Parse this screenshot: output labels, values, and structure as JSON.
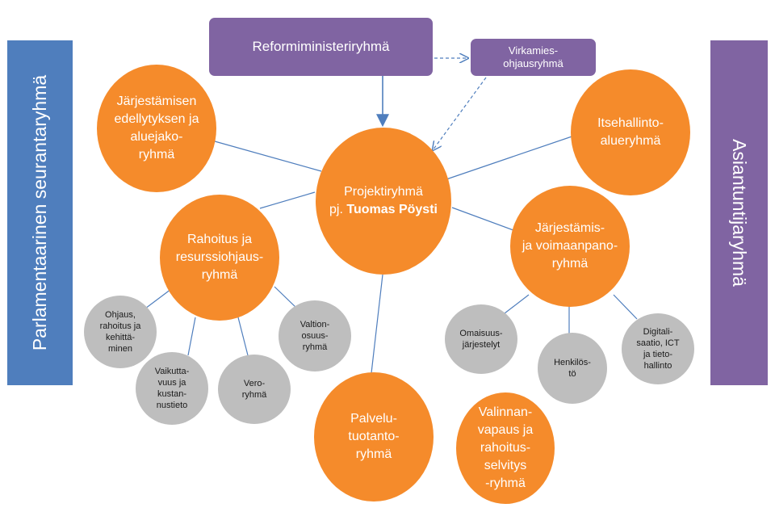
{
  "side_left": {
    "label": "Parlamentaarinen seurantaryhmä"
  },
  "side_right": {
    "label": "Asiantuntijaryhmä"
  },
  "top_box": {
    "label": "Reformiministeriryhmä"
  },
  "small_box": {
    "label": "Virkamies-\nohjausryhmä"
  },
  "center": {
    "line1": "Projektiryhmä",
    "prefix": "pj.",
    "chair": "Tuomas Pöysti"
  },
  "groups": {
    "jarjestamisen": "Järjestämisen\nedellytyksen ja\naluejako-\nryhmä",
    "itsehallinto": "Itsehallinto-\nalueryhmä",
    "rahoitus": "Rahoitus ja\nresurssiohjaus-\nryhmä",
    "jarjestamis": "Järjestämis-\nja voimaanpano-\nryhmä",
    "palvelu": "Palvelu-\ntuotanto-\nryhmä",
    "valinnan": "Valinnan-\nvapaus ja\nrahoitus-\nselvitys\n-ryhmä"
  },
  "subgroups": {
    "ohjaus": "Ohjaus,\nrahoitus ja\nkehittä-\nminen",
    "vaikuttavuus": "Vaikutta-\nvuus ja\nkustan-\nnustieto",
    "vero": "Vero-\nryhmä",
    "valtionosuus": "Valtion-\nosuus-\nryhmä",
    "omaisuus": "Omaisuus-\njärjestelyt",
    "henkilosto": "Henkilös-\ntö",
    "digitali": "Digitali-\nsaatio, ICT\nja tieto-\nhallinto"
  },
  "colors": {
    "orange": "#f58b2b",
    "purple": "#8064a2",
    "blue": "#4f7ebd",
    "grey": "#bebebe",
    "line": "#4f7ebd"
  }
}
